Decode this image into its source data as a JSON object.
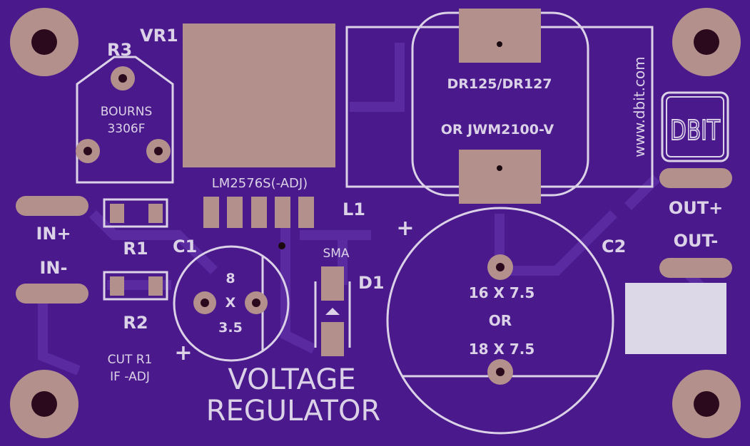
{
  "colors": {
    "board": "#4a1a8c",
    "trace": "#5a2aa0",
    "silk": "#dcd2e8",
    "copper": "#b4908c",
    "hole": "#2a0a1c",
    "white_box": "#dcd8e8"
  },
  "labels": {
    "vr1": "VR1",
    "r3": "R3",
    "bourns": "BOURNS",
    "bourns_model": "3306F",
    "lm_part": "LM2576S(-ADJ)",
    "l1": "L1",
    "inductor_1": "DR125/DR127",
    "inductor_2": "OR JWM2100-V",
    "website": "www.dbit.com",
    "logo": "DBIT",
    "out_plus": "OUT+",
    "out_minus": "OUT-",
    "in_plus": "IN+",
    "in_minus": "IN-",
    "r1": "R1",
    "r2": "R2",
    "c1": "C1",
    "c1_size_a": "8",
    "c1_size_x": "X",
    "c1_size_b": "3.5",
    "sma": "SMA",
    "d1": "D1",
    "c2": "C2",
    "c2_size_1": "16 X 7.5",
    "c2_or": "OR",
    "c2_size_2": "18 X 7.5",
    "plus_c2": "+",
    "plus_c1": "+",
    "cut_r1": "CUT R1",
    "if_adj": "IF -ADJ",
    "title_1": "VOLTAGE",
    "title_2": "REGULATOR"
  }
}
